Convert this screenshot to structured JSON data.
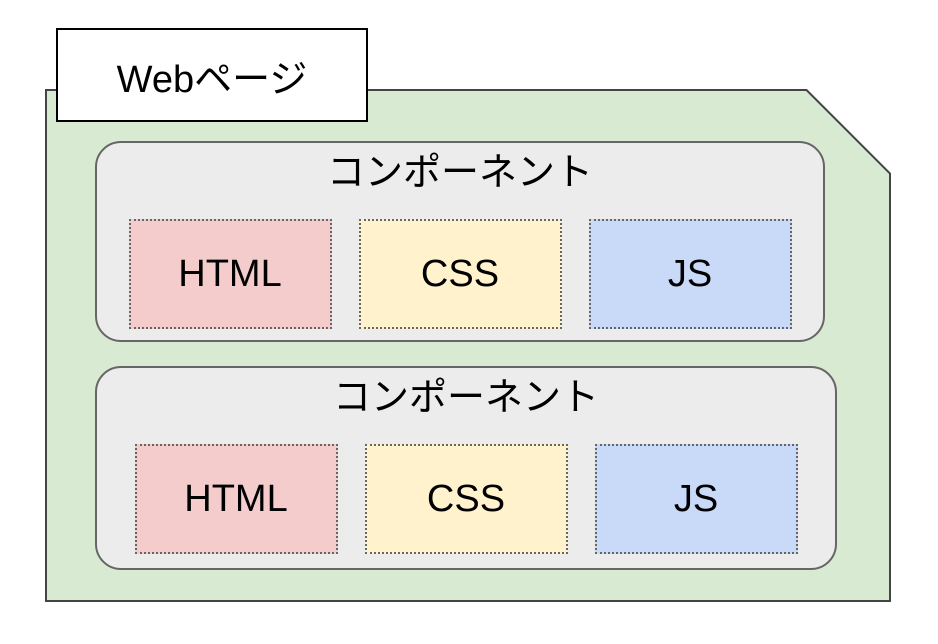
{
  "diagram": {
    "page_label": "Webページ",
    "components": [
      {
        "title": "コンポーネント",
        "boxes": [
          {
            "label": "HTML",
            "fill": "#f4cccc"
          },
          {
            "label": "CSS",
            "fill": "#fff2cc"
          },
          {
            "label": "JS",
            "fill": "#c9daf8"
          }
        ]
      },
      {
        "title": "コンポーネント",
        "boxes": [
          {
            "label": "HTML",
            "fill": "#f4cccc"
          },
          {
            "label": "CSS",
            "fill": "#fff2cc"
          },
          {
            "label": "JS",
            "fill": "#c9daf8"
          }
        ]
      }
    ],
    "colors": {
      "container_fill": "#d9ead3",
      "container_border": "#444444",
      "component_fill": "#ececec",
      "component_border": "#666666",
      "box_border": "#666666",
      "label_fill": "#ffffff",
      "label_border": "#000000",
      "text": "#000000"
    }
  }
}
